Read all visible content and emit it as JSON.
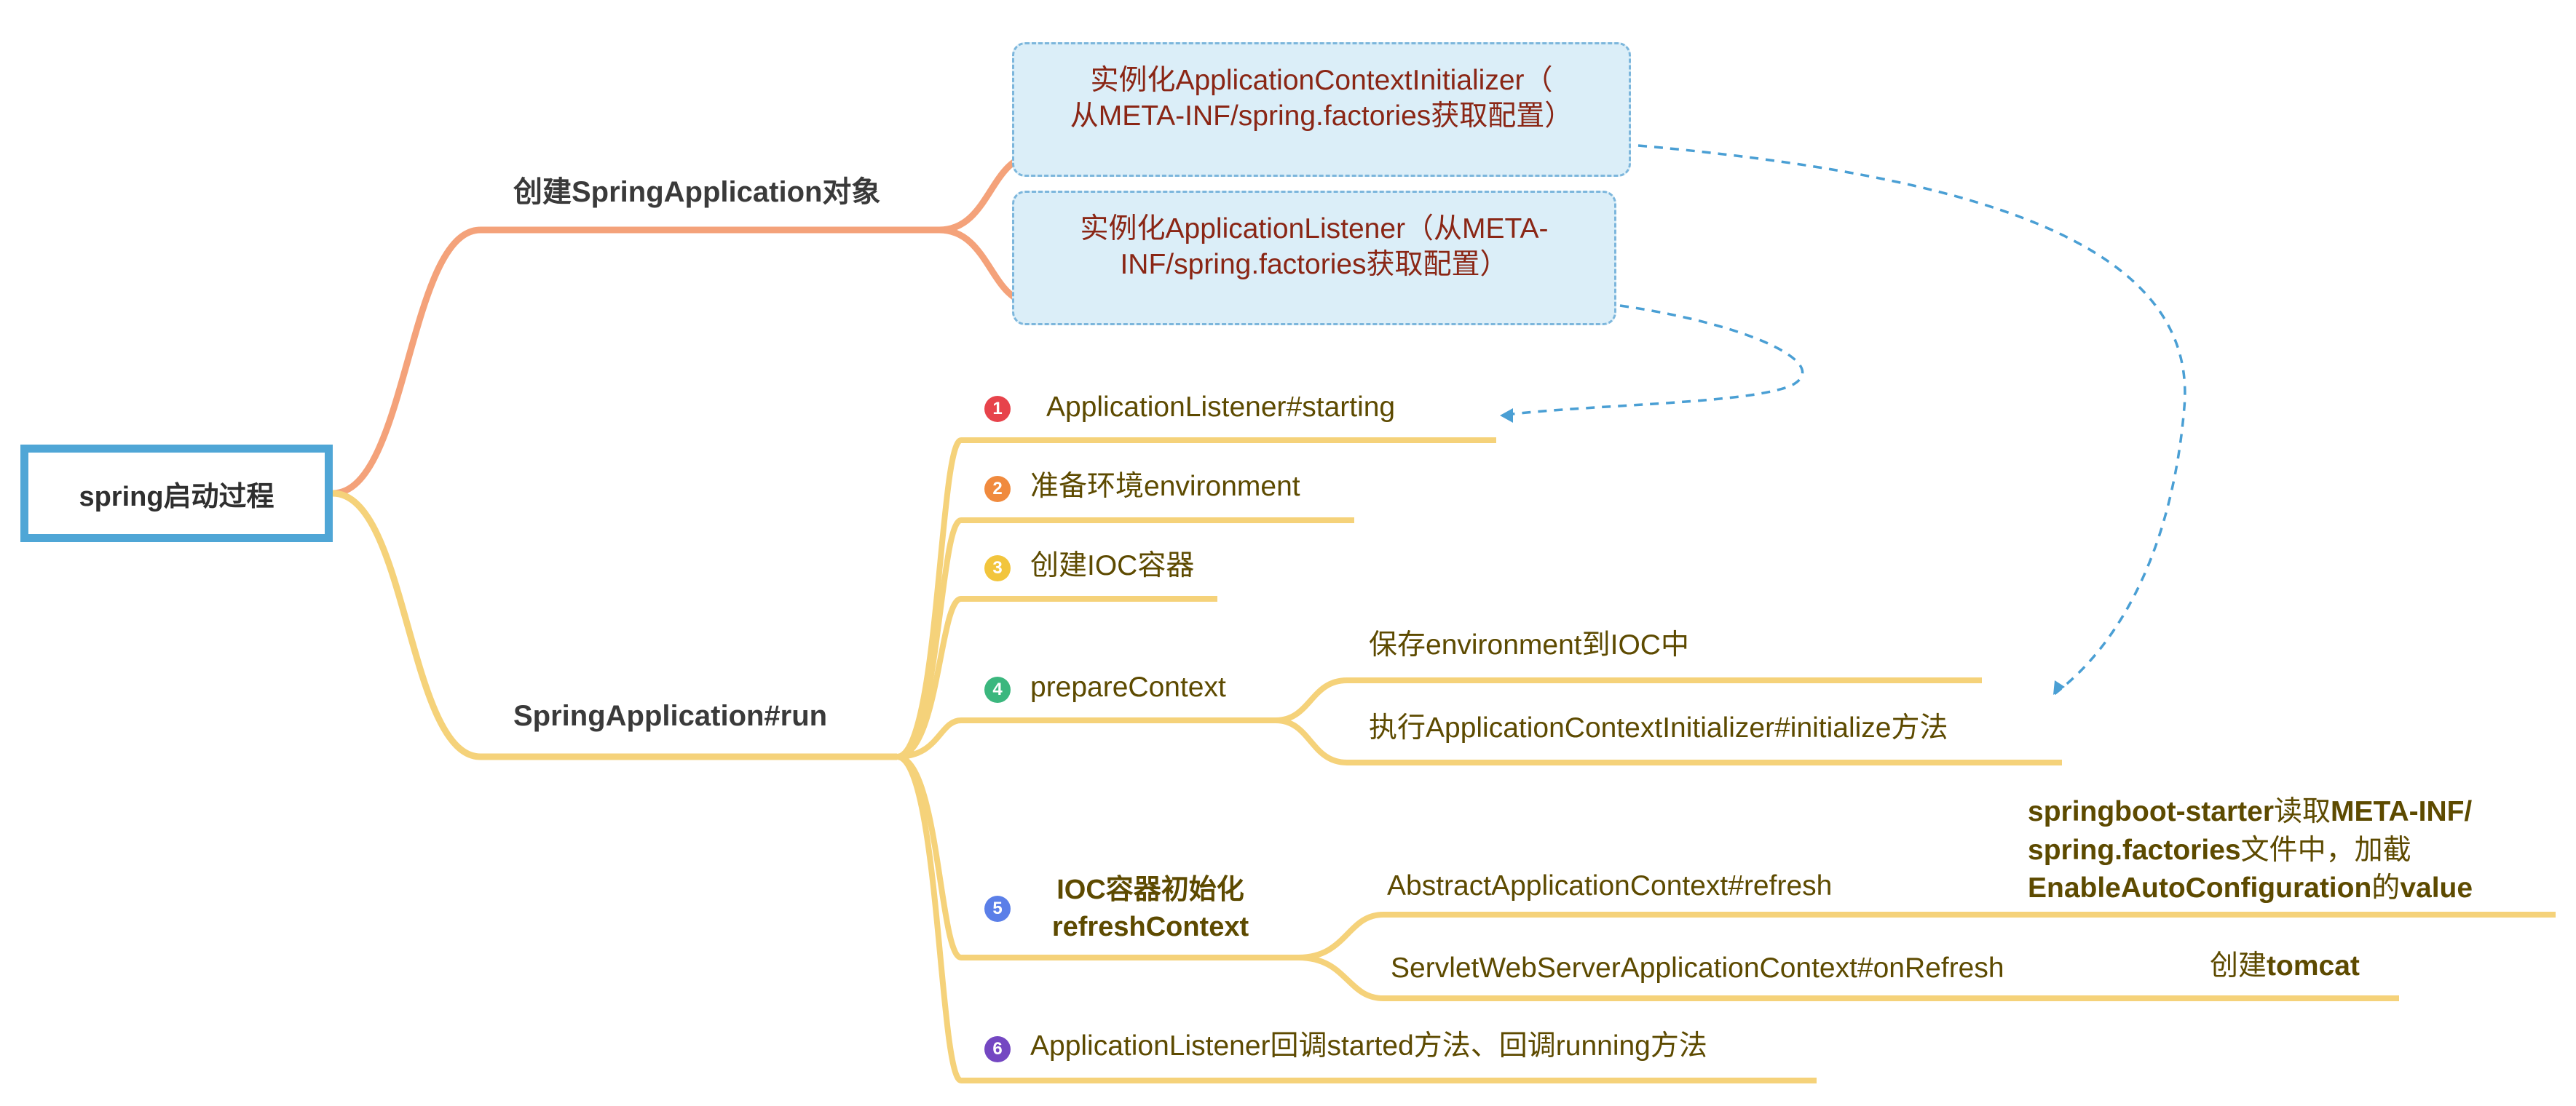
{
  "root": {
    "label": "spring启动过程"
  },
  "branches": {
    "create": {
      "label": "创建SpringApplication对象"
    },
    "run": {
      "label": "SpringApplication#run"
    }
  },
  "create_children": [
    {
      "line1": "实例化ApplicationContextInitializer（",
      "line2": "从META-INF/spring.factories获取配置）"
    },
    {
      "line1": "实例化ApplicationListener（从META-",
      "line2": "INF/spring.factories获取配置）"
    }
  ],
  "run_steps": [
    {
      "num": "1",
      "label": "ApplicationListener#starting",
      "color": "#e7434b"
    },
    {
      "num": "2",
      "label": "准备环境environment",
      "color": "#f08a3e"
    },
    {
      "num": "3",
      "label": "创建IOC容器",
      "color": "#f2c53d"
    },
    {
      "num": "4",
      "label": "prepareContext",
      "color": "#3bb77e"
    },
    {
      "num": "5",
      "label_line1": "IOC容器初始化",
      "label_line2": "refreshContext",
      "color": "#5b7fe8"
    },
    {
      "num": "6",
      "label": "ApplicationListener回调started方法、回调running方法",
      "color": "#7447c2"
    }
  ],
  "prepare_children": [
    {
      "label": "保存environment到IOC中"
    },
    {
      "label": "执行ApplicationContextInitializer#initialize方法"
    }
  ],
  "refresh_children": [
    {
      "label": "AbstractApplicationContext#refresh",
      "note": {
        "line1_a": "springboot-starter",
        "line1_b": "读取",
        "line1_c": "META-INF/",
        "line2_a": "spring.factories",
        "line2_b": "文件中，加截",
        "line3_a": "EnableAutoConfiguration",
        "line3_b": "的",
        "line3_c": "value"
      }
    },
    {
      "label": "ServletWebServerApplicationContext#onRefresh",
      "note": {
        "a": "创建",
        "b": "tomcat"
      }
    }
  ],
  "colors": {
    "create_branch": "#f4a27a",
    "run_branch": "#f5d27a",
    "root_border": "#4fa6d6",
    "dashed_arrow": "#4a9fd4"
  }
}
